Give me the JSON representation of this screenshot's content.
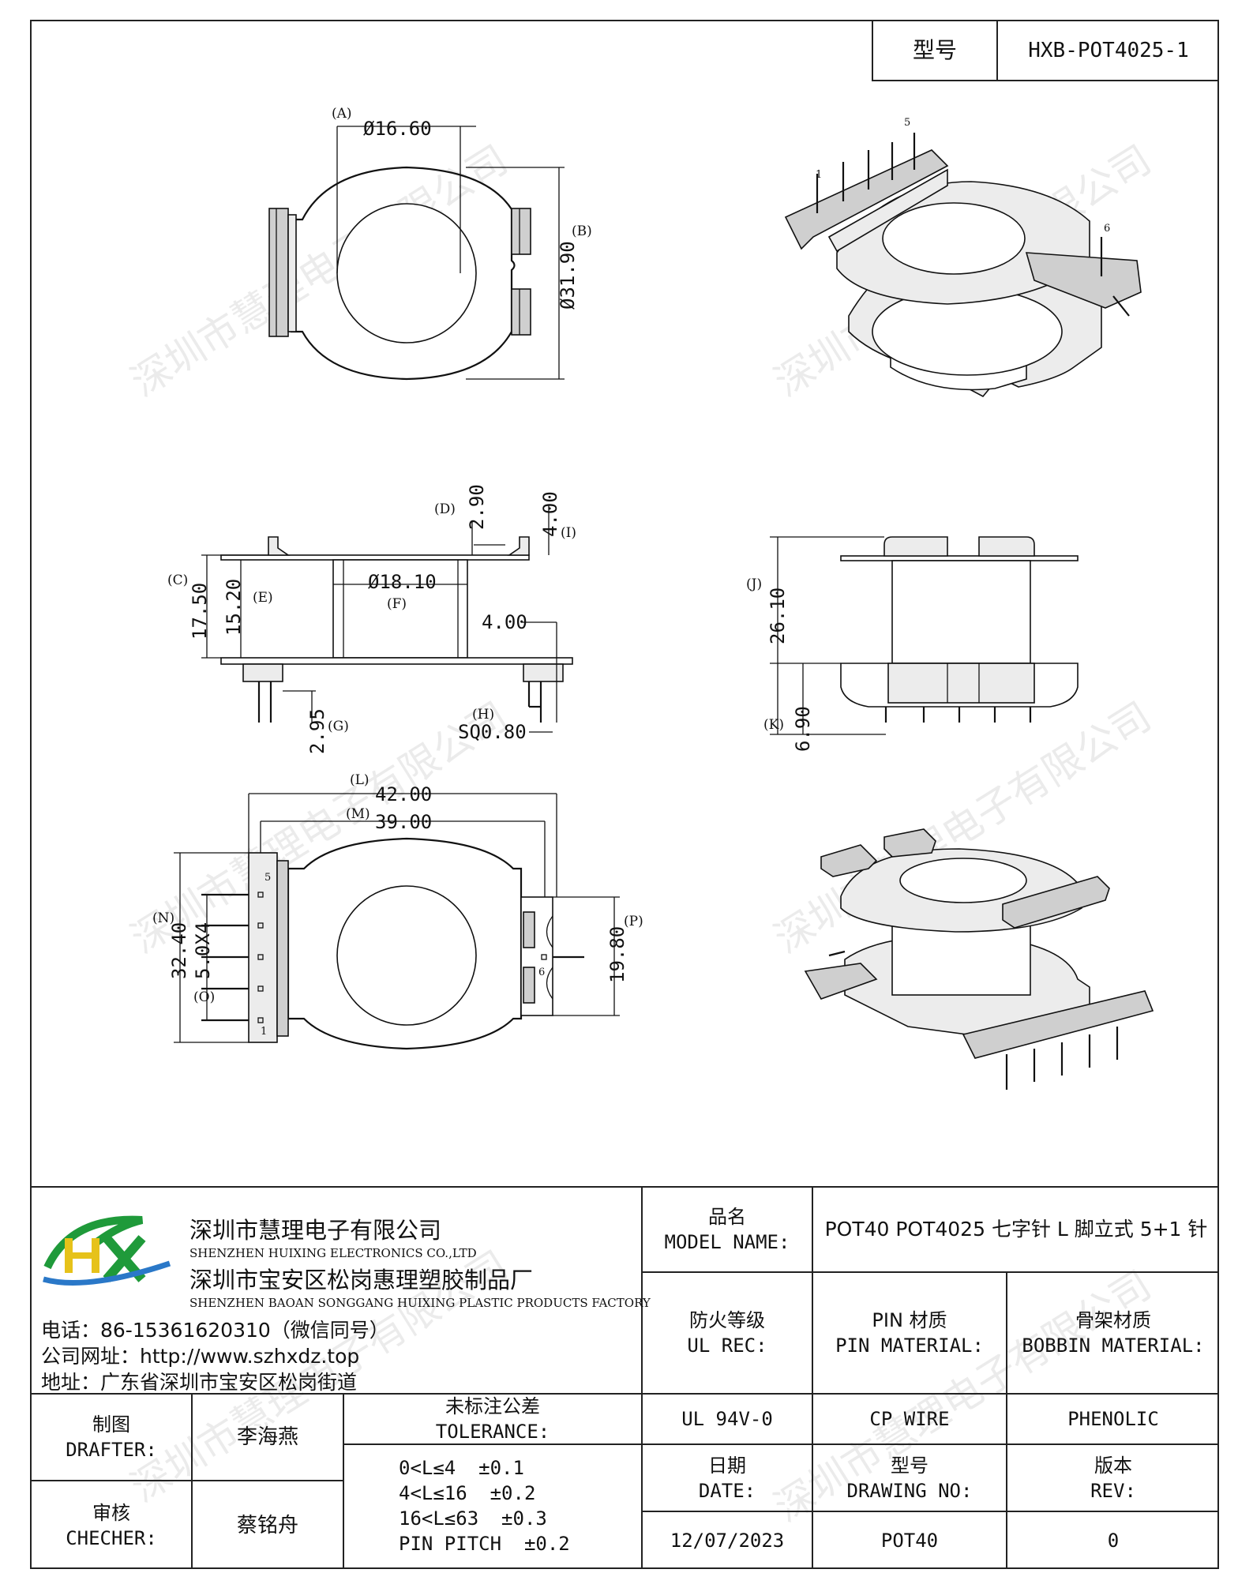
{
  "header": {
    "model_label": "型号",
    "model_value": "HXB-POT4025-1"
  },
  "dimensions": {
    "A": {
      "letter": "(A)",
      "value": "Ø16.60"
    },
    "B": {
      "letter": "(B)",
      "value": "Ø31.90"
    },
    "C": {
      "letter": "(C)",
      "value": "17.50"
    },
    "D": {
      "letter": "(D)",
      "value": "2.90"
    },
    "E": {
      "letter": "(E)",
      "value": "15.20"
    },
    "F": {
      "letter": "(F)",
      "value": "Ø18.10"
    },
    "G": {
      "letter": "(G)",
      "value": "2.95"
    },
    "H": {
      "letter": "(H)",
      "value": "SQ0.80"
    },
    "I": {
      "letter": "(I)",
      "value": "4.00"
    },
    "pin_len": {
      "value": "4.00"
    },
    "J": {
      "letter": "(J)",
      "value": "26.10"
    },
    "K": {
      "letter": "(K)",
      "value": "6.90"
    },
    "L": {
      "letter": "(L)",
      "value": "42.00"
    },
    "M": {
      "letter": "(M)",
      "value": "39.00"
    },
    "N": {
      "letter": "(N)",
      "value": "32.40"
    },
    "O": {
      "letter": "(O)",
      "value": "5.0X4"
    },
    "P": {
      "letter": "(P)",
      "value": "19.80"
    }
  },
  "pin_labels": {
    "p1": "1",
    "p5": "5",
    "p6": "6"
  },
  "watermark": "深圳市慧理电子有限公司",
  "company": {
    "logo_text": "HX",
    "name_cn": "深圳市慧理电子有限公司",
    "name_en": "SHENZHEN HUIXING ELECTRONICS CO.,LTD",
    "factory_cn": "深圳市宝安区松岗惠理塑胶制品厂",
    "factory_en": "SHENZHEN BAOAN SONGGANG HUIXING PLASTIC PRODUCTS FACTORY",
    "phone": "电话：86-15361620310（微信同号）",
    "website": "公司网址：http://www.szhxdz.top",
    "address": "地址：广东省深圳市宝安区松岗街道"
  },
  "table": {
    "model_name_cn": "品名",
    "model_name_en": "MODEL NAME:",
    "model_name_value": "POT40 POT4025 七字针 L 脚立式 5+1 针",
    "ul_cn": "防火等级",
    "ul_en": "UL REC:",
    "pin_mat_cn": "PIN 材质",
    "pin_mat_en": "PIN MATERIAL:",
    "bobbin_mat_cn": "骨架材质",
    "bobbin_mat_en": "BOBBIN MATERIAL:",
    "ul_value": "UL 94V-0",
    "pin_value": "CP WIRE",
    "bobbin_value": "PHENOLIC",
    "drafter_cn": "制图",
    "drafter_en": "DRAFTER:",
    "drafter_name": "李海燕",
    "checker_cn": "审核",
    "checker_en": "CHECHER:",
    "checker_name": "蔡铭舟",
    "tolerance_cn": "未标注公差",
    "tolerance_en": "TOLERANCE:",
    "tolerances": [
      "0<L≤4  ±0.1",
      "4<L≤16  ±0.2",
      "16<L≤63  ±0.3",
      "PIN PITCH  ±0.2"
    ],
    "date_cn": "日期",
    "date_en": "DATE:",
    "drawing_cn": "型号",
    "drawing_en": "DRAWING NO:",
    "rev_cn": "版本",
    "rev_en": "REV:",
    "date_value": "12/07/2023",
    "drawing_value": "POT40",
    "rev_value": "0"
  },
  "colors": {
    "logo_green": "#1f9a3a",
    "logo_yellow": "#e6c21a",
    "logo_blue": "#2a78c8"
  }
}
